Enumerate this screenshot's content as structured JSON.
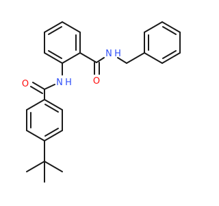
{
  "molecule": {
    "atoms": {
      "o_top": "O",
      "nh_top_n": "N",
      "nh_top_h": "H",
      "o_left": "O",
      "nh_mid_n": "N",
      "nh_mid_h": "H"
    },
    "colors": {
      "bond": "#1a1a1a",
      "oxygen": "#ff0d0d",
      "nitrogen": "#3050f8",
      "background": "#ffffff"
    }
  }
}
